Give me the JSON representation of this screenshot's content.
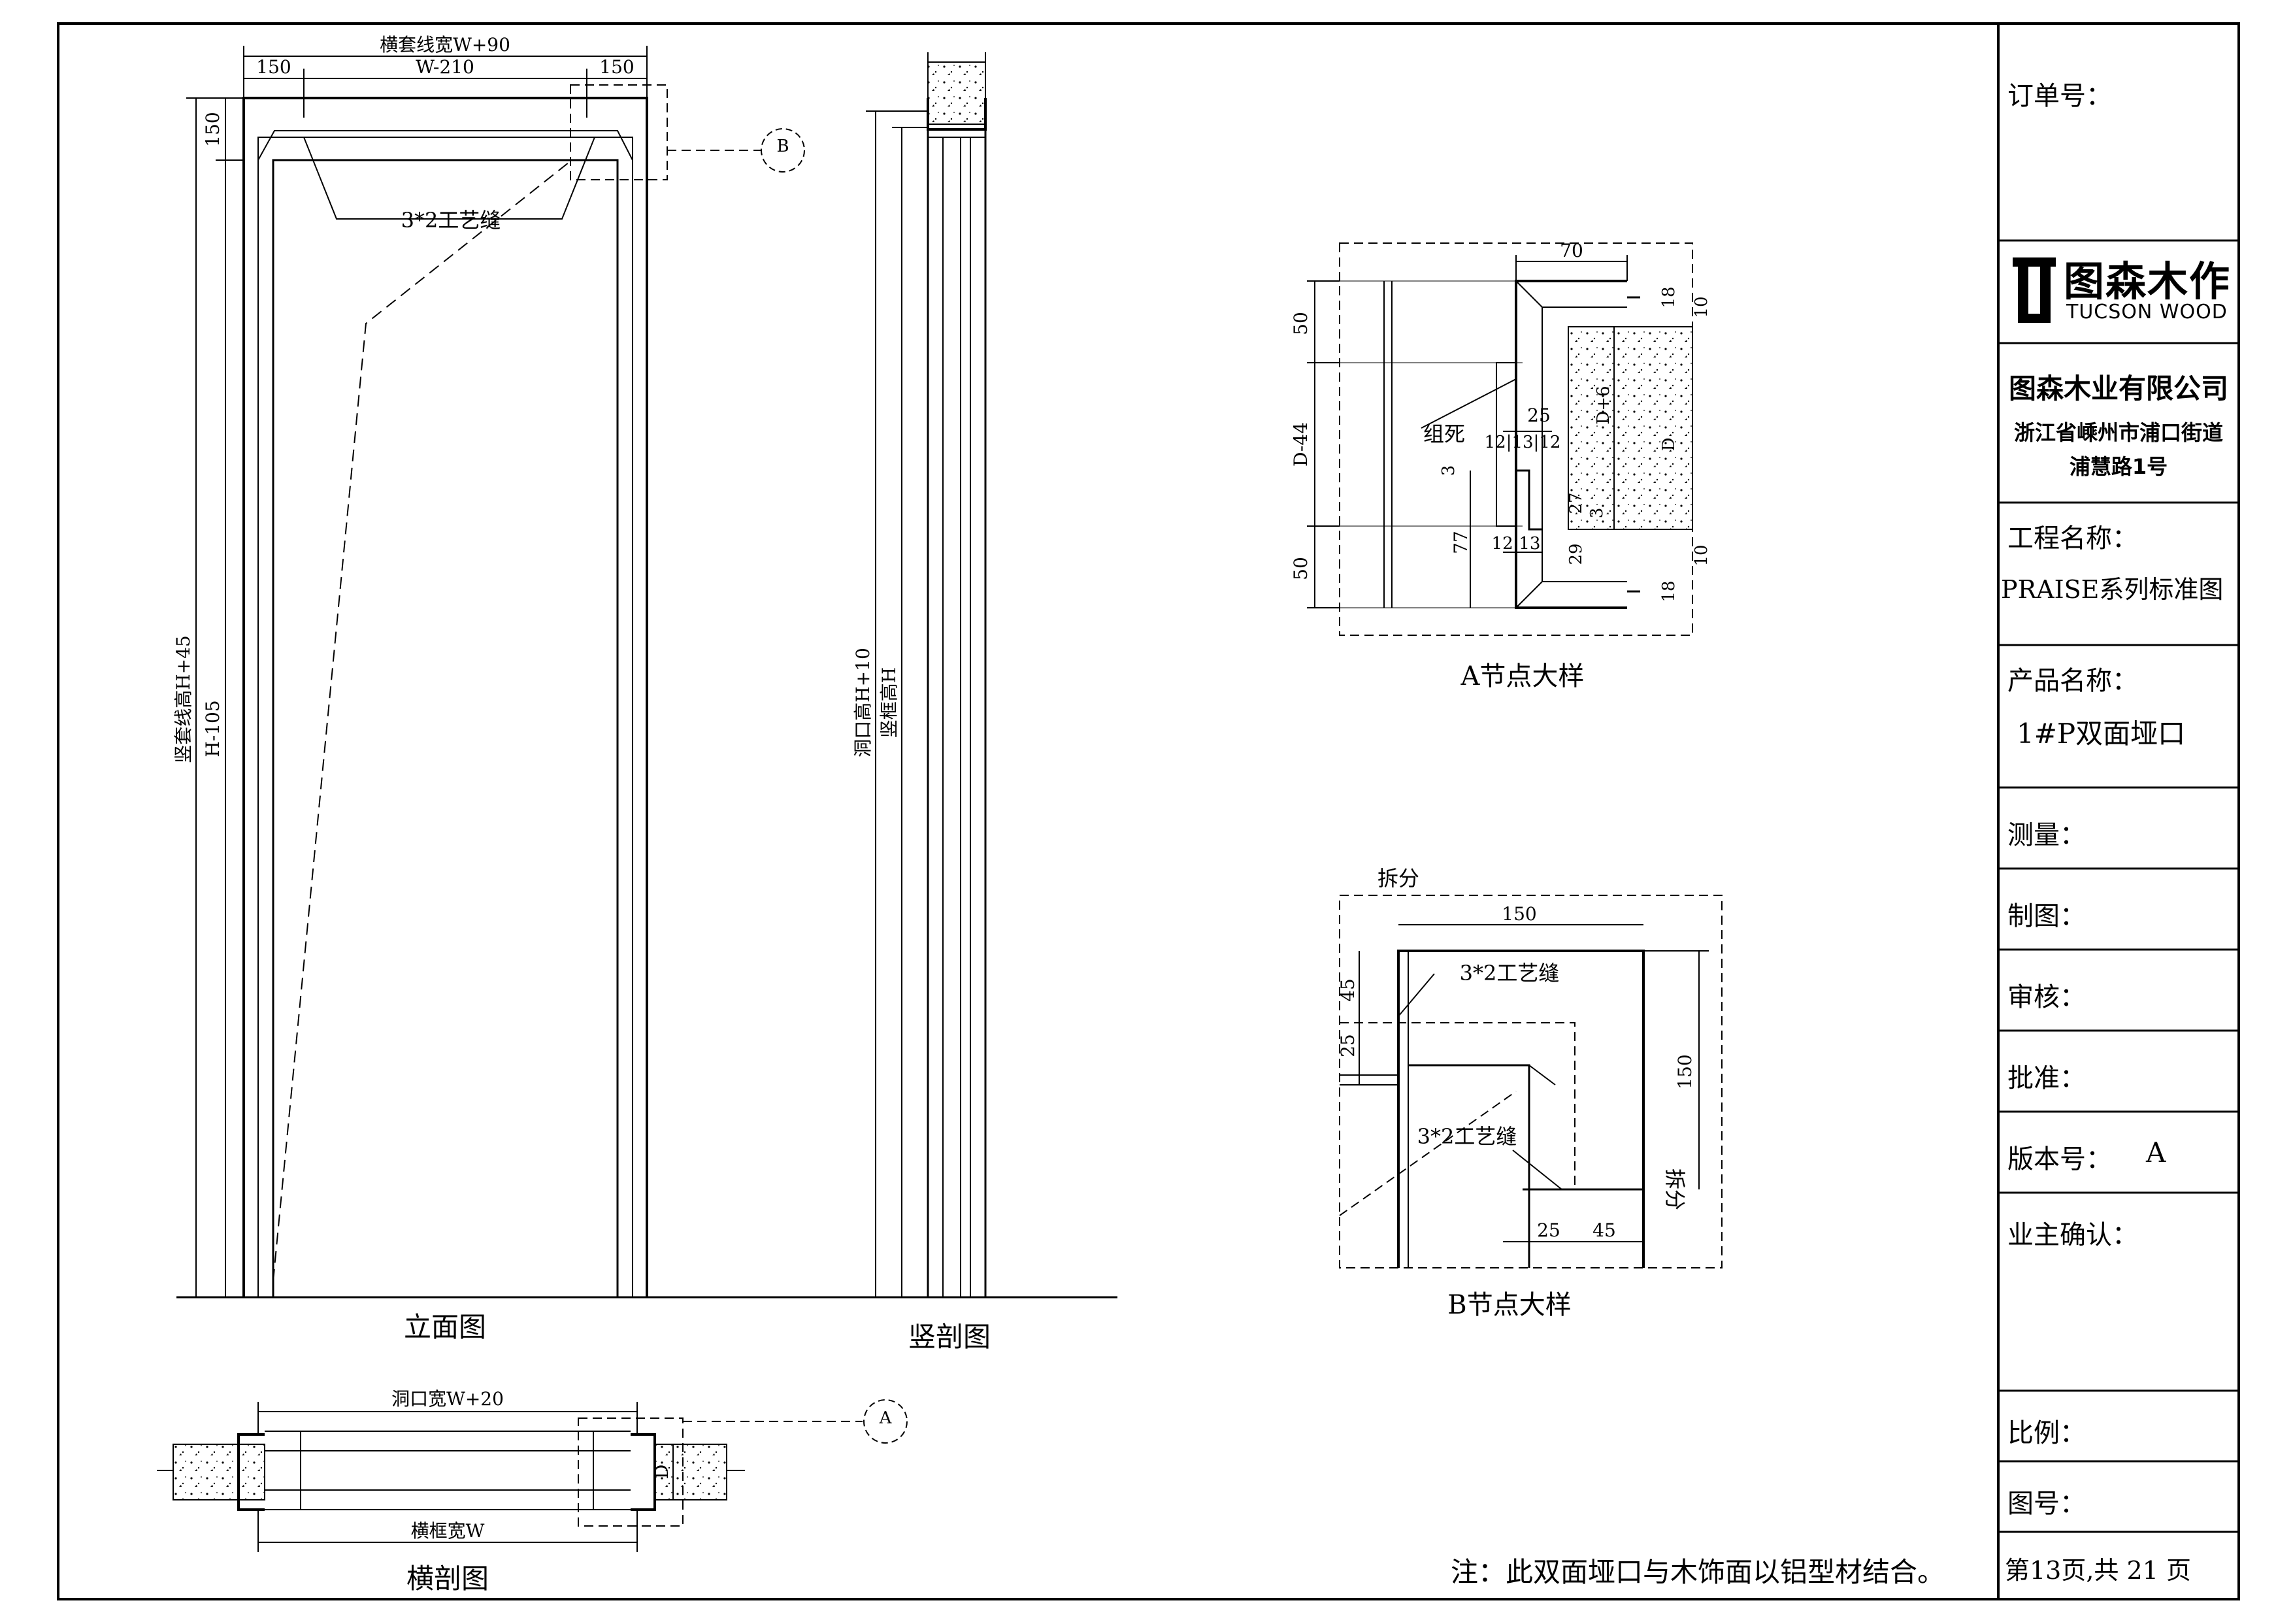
{
  "elevation": {
    "caption": "立面图",
    "dims": {
      "top_total": "横套线宽W+90",
      "top_left": "150",
      "top_mid": "W-210",
      "top_right": "150",
      "left_small": "150",
      "left_outer": "竖套线高H+45",
      "left_inner": "H-105"
    },
    "label_gap": "3*2工艺缝",
    "callout": "B"
  },
  "vertical_section": {
    "caption": "竖剖图",
    "dim_outer": "洞口高H+10",
    "dim_inner": "竖框高H"
  },
  "horizontal_section": {
    "caption": "横剖图",
    "dim_top": "洞口宽W+20",
    "dim_bottom": "横框宽W",
    "dim_depth": "D",
    "callout": "A"
  },
  "detail_a": {
    "caption": "A节点大样",
    "d70": "70",
    "d50_top": "50",
    "d_mid": "D-44",
    "d50_bot": "50",
    "d18_top": "18",
    "d18_bot": "18",
    "d10_top": "10",
    "d10_bot": "10",
    "d25": "25",
    "d121312": "12|13|12",
    "d1213": "12|13",
    "d3a": "3",
    "d3b": "3",
    "d27": "27",
    "d29": "29",
    "d77": "77",
    "dD6": "D+6",
    "dD": "D",
    "label": "组死"
  },
  "detail_b": {
    "caption": "B节点大样",
    "split_top": "拆分",
    "split_right": "拆分",
    "d150_top": "150",
    "d150_right": "150",
    "d45_left": "45",
    "d25_left": "25",
    "d25_bottom": "25",
    "d45_bottom": "45",
    "gap1": "3*2工艺缝",
    "gap2": "3*2工艺缝"
  },
  "note": "注：此双面垭口与木饰面以铝型材结合。",
  "title_block": {
    "order_label": "订单号：",
    "logo_cn": "图森木作",
    "logo_en": "TUCSON WOOD",
    "company": "图森木业有限公司",
    "address_line1": "浙江省嵊州市浦口街道",
    "address_line2": "浦慧路1号",
    "project_label": "工程名称：",
    "project_value": "PRAISE系列标准图",
    "product_label": "产品名称：",
    "product_value": "1#P双面垭口",
    "measure_label": "测量：",
    "draw_label": "制图：",
    "review_label": "审核：",
    "approve_label": "批准：",
    "version_label": "版本号：",
    "version_value": "A",
    "owner_label": "业主确认：",
    "scale_label": "比例：",
    "drawing_no_label": "图号：",
    "page_label": "第13页,共 21 页"
  }
}
